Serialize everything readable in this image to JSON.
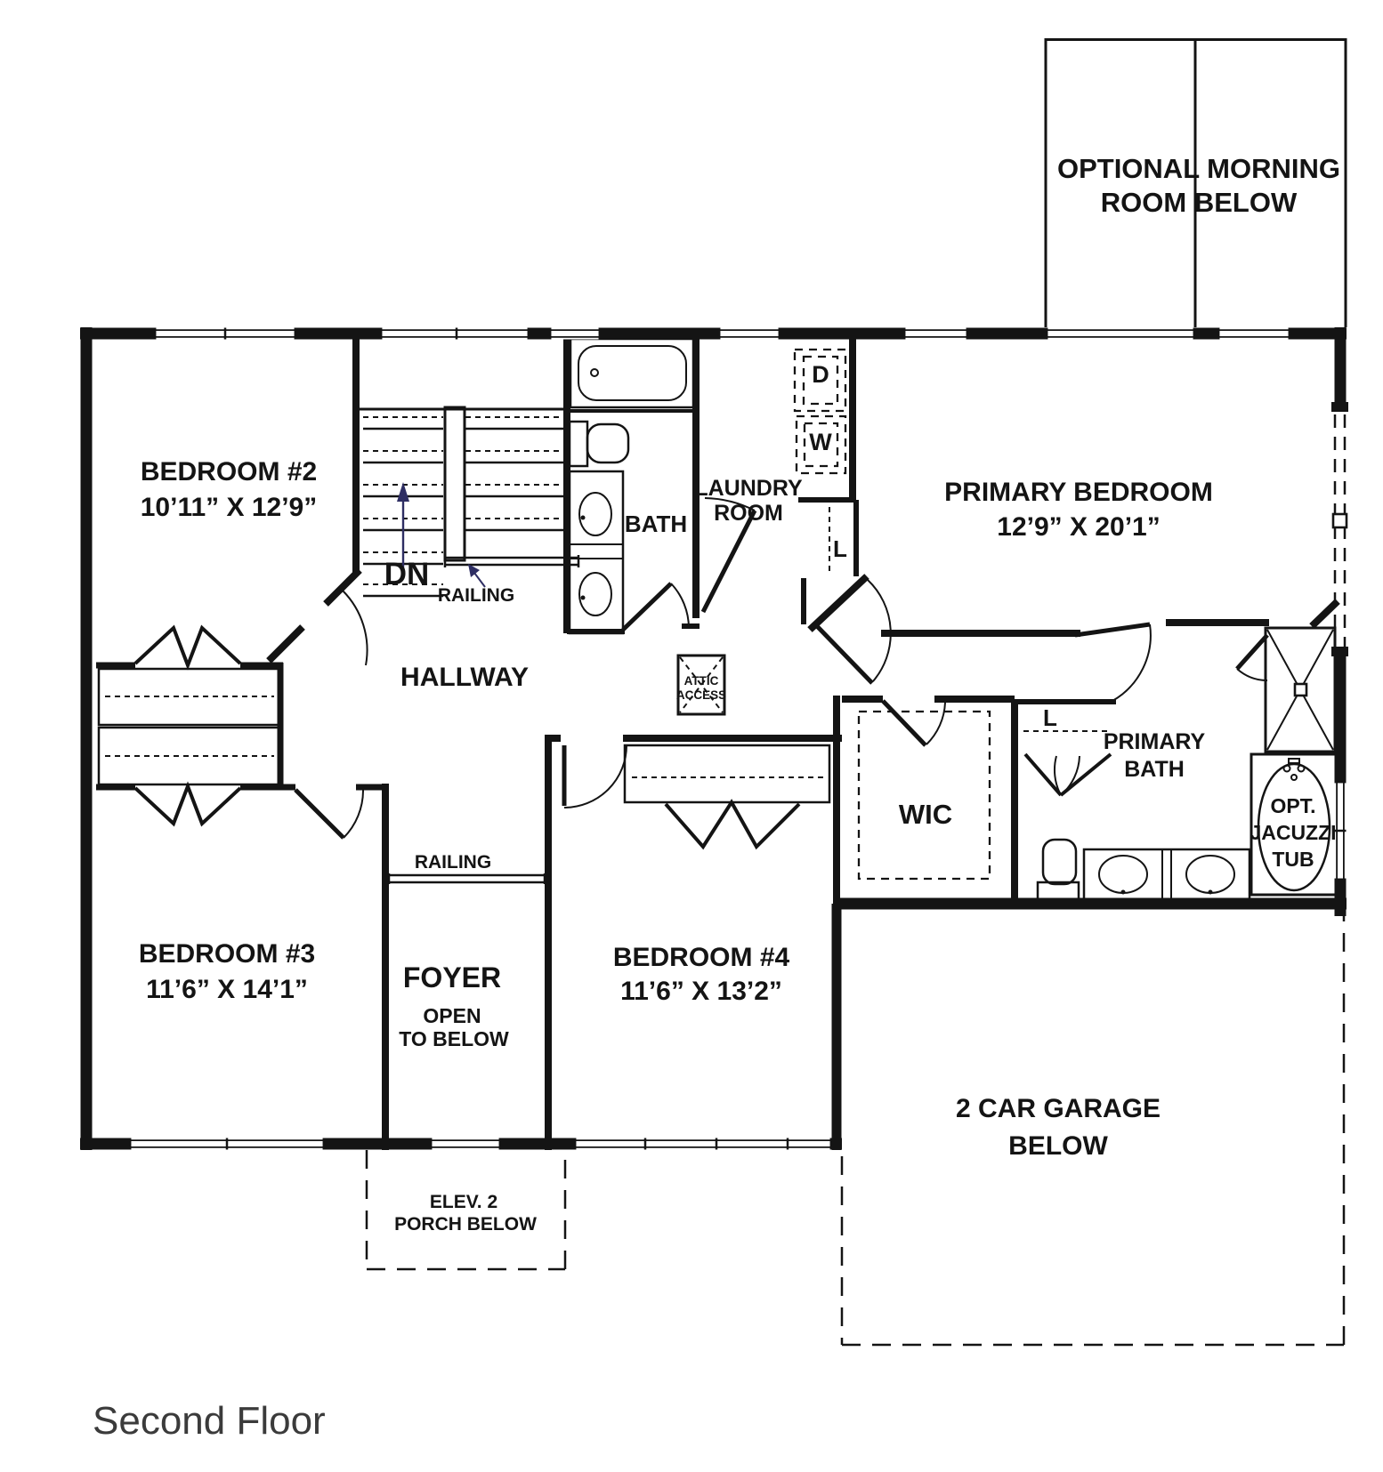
{
  "meta": {
    "plan_title": "Second Floor",
    "wall_color": "#141414",
    "arrow_color": "#2e2e63",
    "background": "#ffffff"
  },
  "rooms": {
    "morning_room": {
      "line1": "OPTIONAL MORNING",
      "line2": "ROOM BELOW"
    },
    "bedroom2": {
      "name": "BEDROOM #2",
      "dims": "10’11” X 12’9”"
    },
    "bedroom3": {
      "name": "BEDROOM #3",
      "dims": "11’6” X 14’1”"
    },
    "bedroom4": {
      "name": "BEDROOM #4",
      "dims": "11’6” X 13’2”"
    },
    "primary_bedroom": {
      "name": "PRIMARY BEDROOM",
      "dims": "12’9” X 20’1”"
    },
    "hallway": {
      "name": "HALLWAY"
    },
    "bath": {
      "name": "BATH"
    },
    "laundry": {
      "line1": "LAUNDRY",
      "line2": "ROOM"
    },
    "primary_bath": {
      "line1": "PRIMARY",
      "line2": "BATH"
    },
    "wic": {
      "name": "WIC"
    },
    "foyer": {
      "name": "FOYER",
      "sub1": "OPEN",
      "sub2": "TO BELOW"
    },
    "garage": {
      "line1": "2 CAR GARAGE",
      "line2": "BELOW"
    },
    "porch": {
      "line1": "ELEV. 2",
      "line2": "PORCH BELOW"
    }
  },
  "annotations": {
    "dn": "DN",
    "railing_stairs": "RAILING",
    "railing_foyer": "RAILING",
    "linen_laundry": "L",
    "linen_bath": "L",
    "dryer": "D",
    "washer": "W",
    "attic_line1": "ATTIC",
    "attic_line2": "ACCESS",
    "jacuzzi_line1": "OPT.",
    "jacuzzi_line2": "JACUZZI",
    "jacuzzi_line3": "TUB"
  }
}
